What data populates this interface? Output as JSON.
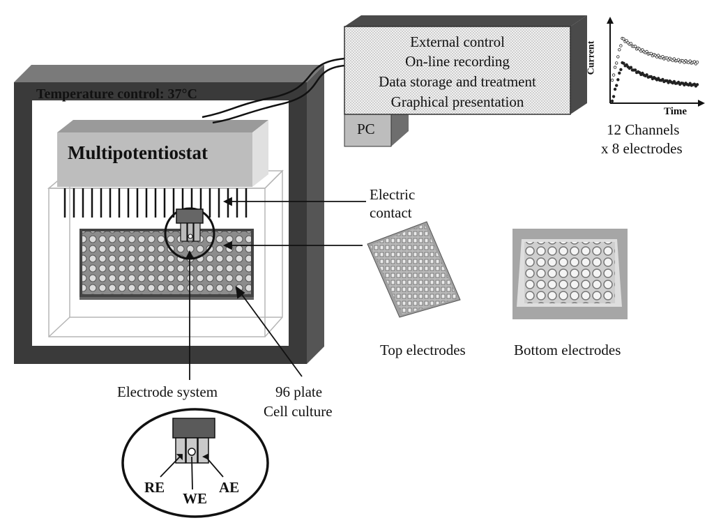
{
  "temperature_label": "Temperature control: 37°C",
  "multipotentiostat_label": "Multipotentiostat",
  "pc": {
    "functions": [
      "External control",
      "On-line recording",
      "Data storage and treatment",
      "Graphical presentation"
    ],
    "label": "PC"
  },
  "plot": {
    "ylabel": "Current",
    "xlabel": "Time",
    "caption_line1": "12 Channels",
    "caption_line2": "x 8 electrodes"
  },
  "labels": {
    "electric_contact_line1": "Electric",
    "electric_contact_line2": "contact",
    "top_electrodes": "Top electrodes",
    "bottom_electrodes": "Bottom electrodes",
    "electrode_system": "Electrode system",
    "plate_line1": "96 plate",
    "plate_line2": "Cell culture"
  },
  "electrodes": {
    "re": "RE",
    "we": "WE",
    "ae": "AE"
  },
  "colors": {
    "frame_dark": "#3a3a3a",
    "frame_light": "#777777",
    "box_gray": "#bcbcbc",
    "panel_light": "#e6e6e6"
  }
}
